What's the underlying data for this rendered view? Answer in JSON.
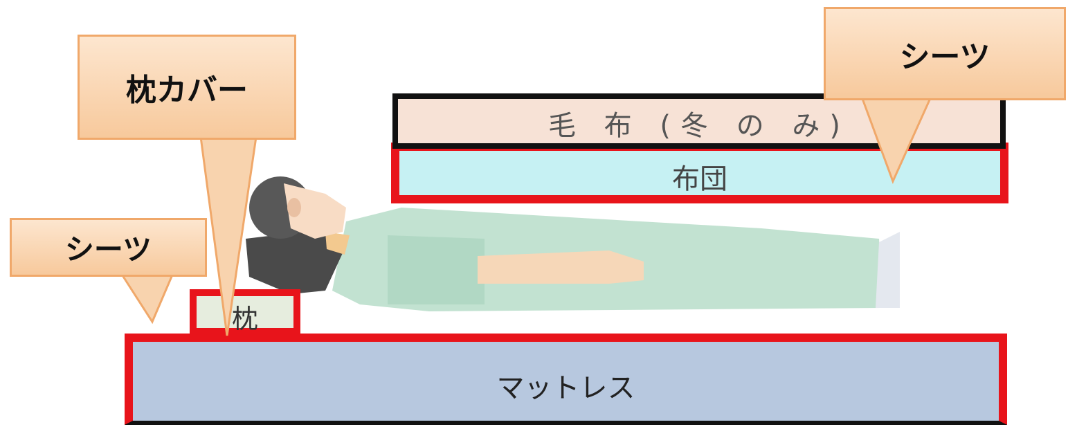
{
  "labels": {
    "mattress": "マットレス",
    "pillow": "枕",
    "blanket": "毛 布 (冬 の み)",
    "futon": "布団"
  },
  "callouts": {
    "pillow_cover": "枕カバー",
    "sheet_top": "シーツ",
    "sheet_left": "シーツ"
  },
  "colors": {
    "highlight_border": "#e8141b",
    "mattress_fill": "#b7c8df",
    "futon_fill": "#c6f1f3",
    "blanket_fill": "#f7e2d6",
    "callout_fill": "#f9d3ad",
    "patient_gown": "#b9dcc9"
  }
}
